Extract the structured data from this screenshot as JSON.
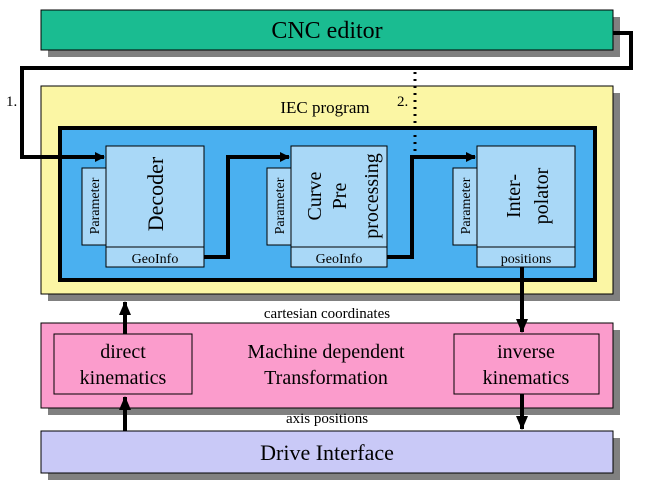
{
  "colors": {
    "cnc_editor": "#1abc91",
    "iec_program": "#fbf6a4",
    "module_frame": "#4ab0f0",
    "module_box": "#a9d8f7",
    "transformation": "#fb9ccc",
    "drive_interface": "#c9c9f7",
    "shadow": "#808080"
  },
  "cnc_editor": {
    "label": "CNC editor"
  },
  "iec_program": {
    "label": "IEC program"
  },
  "step_labels": {
    "one": "1.",
    "two": "2."
  },
  "modules": {
    "decoder": {
      "label": "Decoder",
      "param": "Parameter",
      "output": "GeoInfo"
    },
    "curve": {
      "line1": "Curve",
      "line2": "Pre",
      "line3": "processing",
      "param": "Parameter",
      "output": "GeoInfo"
    },
    "interpolator": {
      "line1": "Inter-",
      "line2": "polator",
      "param": "Parameter",
      "output": "positions"
    }
  },
  "cartesian_label": "cartesian coordinates",
  "transformation": {
    "line1": "Machine dependent",
    "line2": "Transformation",
    "direct": {
      "line1": "direct",
      "line2": "kinematics"
    },
    "inverse": {
      "line1": "inverse",
      "line2": "kinematics"
    }
  },
  "axis_label": "axis positions",
  "drive_interface": {
    "label": "Drive Interface"
  }
}
